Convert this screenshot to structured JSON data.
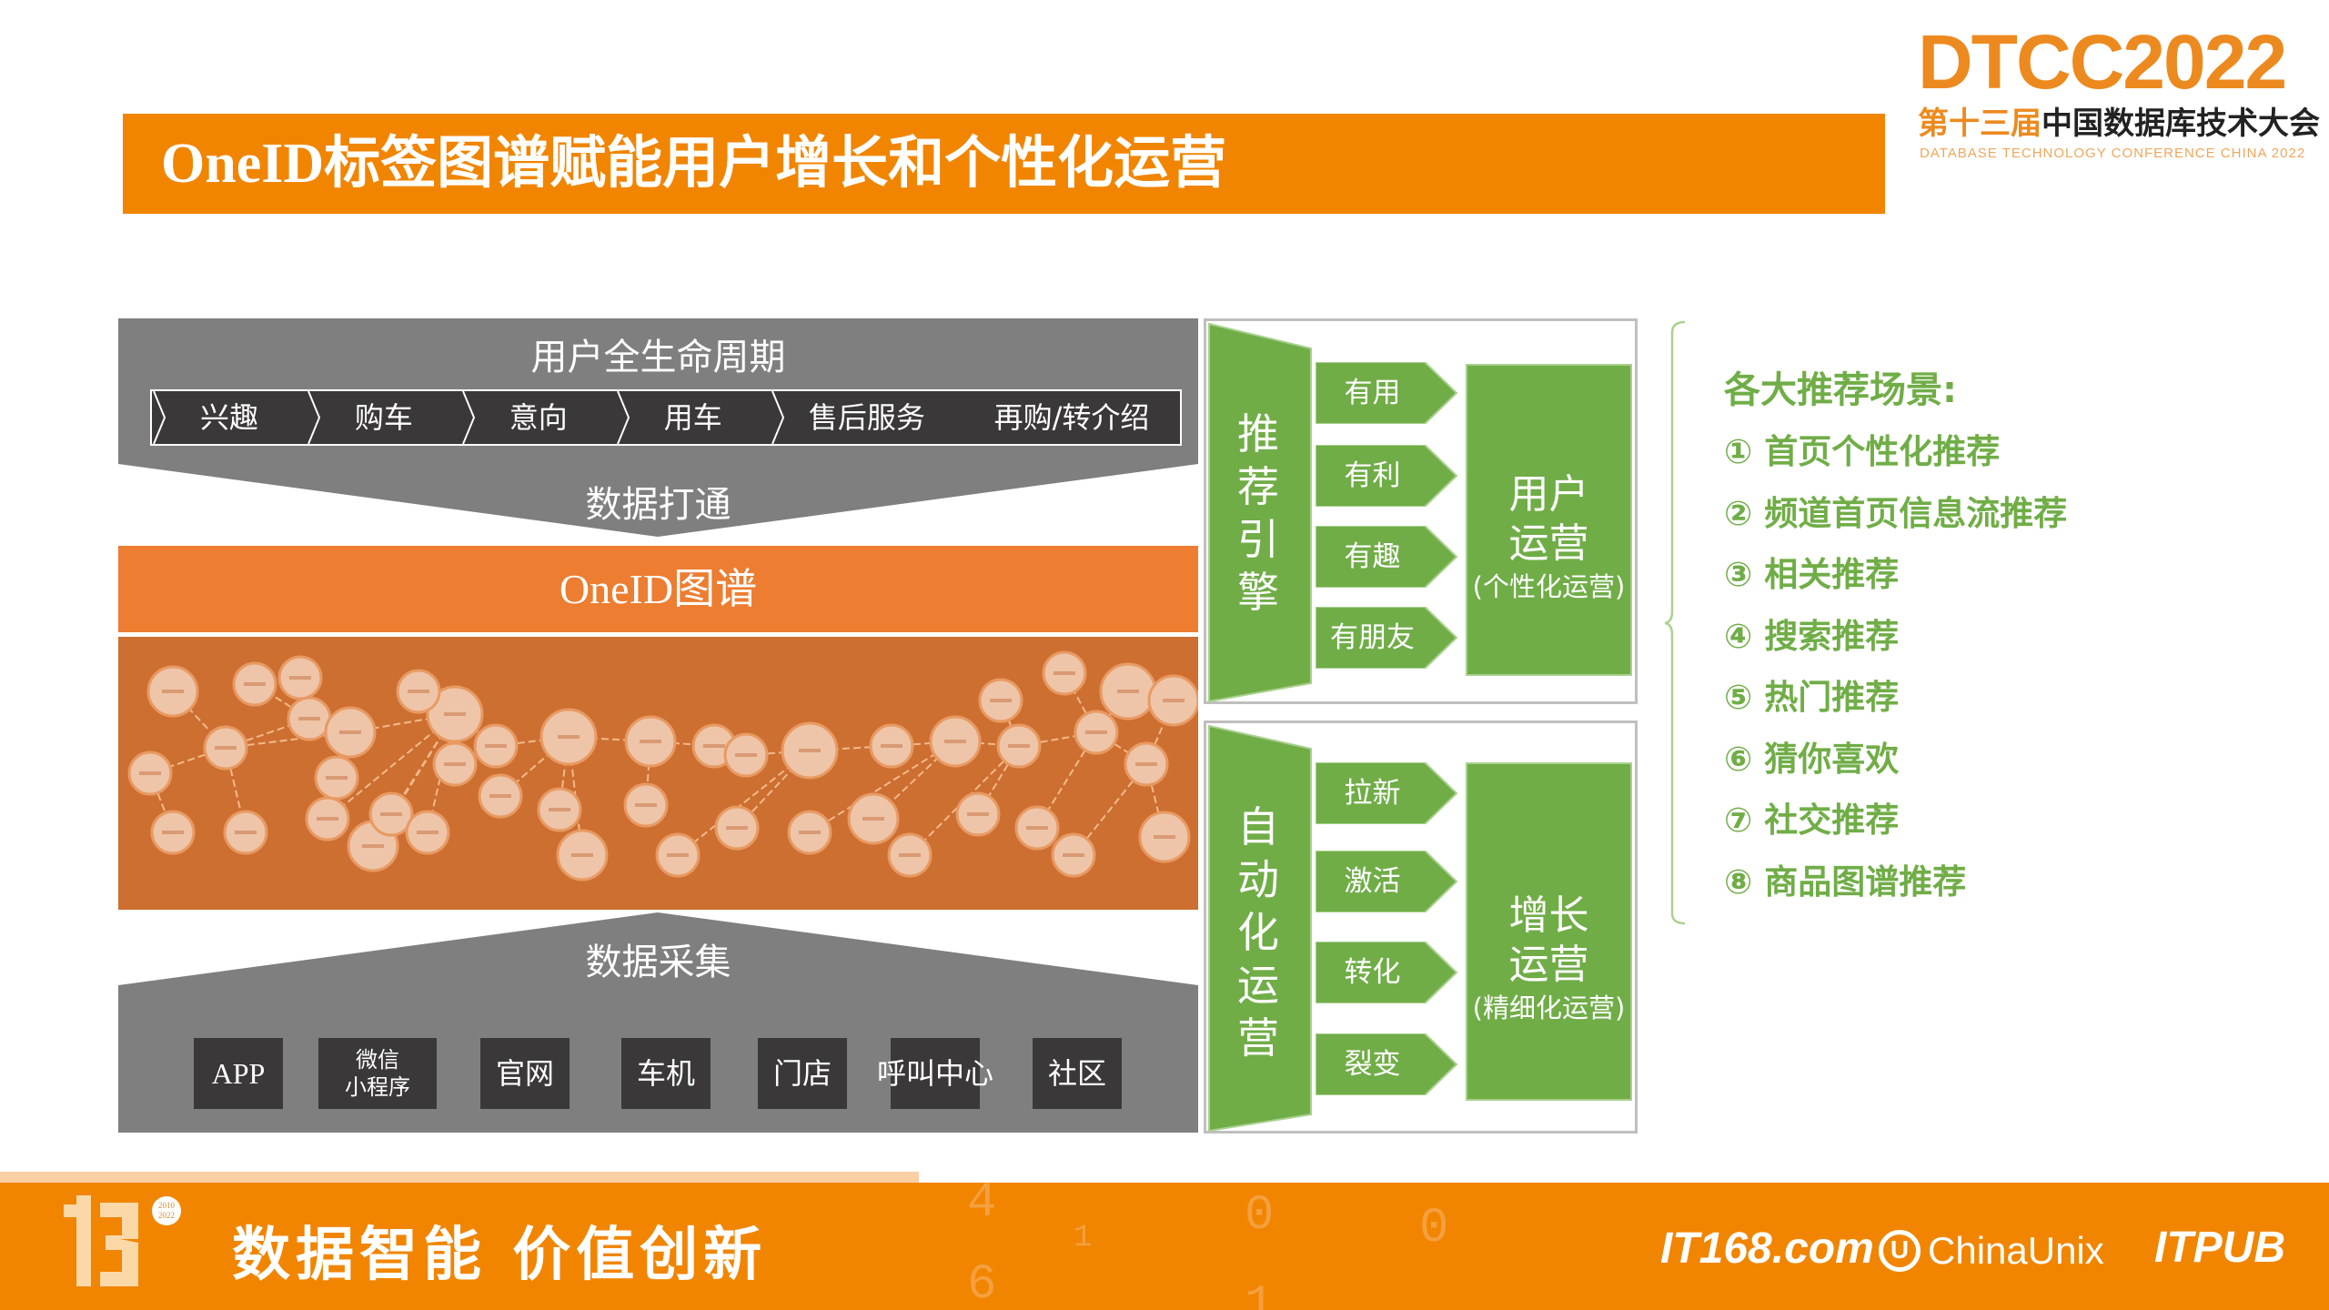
{
  "logo": {
    "brand": "DTCC2022",
    "edition": "第十三届",
    "conference_cn": "中国数据库技术大会",
    "conference_en": "DATABASE  TECHNOLOGY  CONFERENCE CHINA 2022"
  },
  "title": "OneID标签图谱赋能用户增长和个性化运营",
  "lifecycle": {
    "title": "用户全生命周期",
    "steps": [
      "兴趣",
      "购车",
      "意向",
      "用车",
      "售后服务",
      "再购/转介绍"
    ],
    "subtitle": "数据打通"
  },
  "graph": {
    "title": "OneID图谱"
  },
  "collection": {
    "title": "数据采集",
    "sources": [
      "APP",
      "微信\n小程序",
      "官网",
      "车机",
      "门店",
      "呼叫中心",
      "社区"
    ]
  },
  "recommend": {
    "engine": "推荐引擎",
    "items": [
      "有用",
      "有利",
      "有趣",
      "有朋友"
    ],
    "result_main": "用户运营",
    "result_sub": "(个性化运营)"
  },
  "automation": {
    "engine": "自动化运营",
    "items": [
      "拉新",
      "激活",
      "转化",
      "裂变"
    ],
    "result_main": "增长运营",
    "result_sub": "(精细化运营)"
  },
  "scenes": {
    "heading": "各大推荐场景:",
    "items": [
      "① 首页个性化推荐",
      "② 频道首页信息流推荐",
      "③ 相关推荐",
      "④ 搜索推荐",
      "⑤ 热门推荐",
      "⑥ 猜你喜欢",
      "⑦ 社交推荐",
      "⑧ 商品图谱推荐"
    ]
  },
  "footer": {
    "anniversary_years": "2010 2022",
    "anniversary_number": "13",
    "slogan": "数据智能  价值创新",
    "partners": [
      "IT168.com",
      "ChinaUnix",
      "ITPUB"
    ]
  },
  "colors": {
    "orange": "#f18500",
    "orange_light": "#ed7d31",
    "graph_bg": "#cd6f31",
    "gray": "#7f7f7f",
    "dark": "#3a3838",
    "green": "#70ad47"
  }
}
